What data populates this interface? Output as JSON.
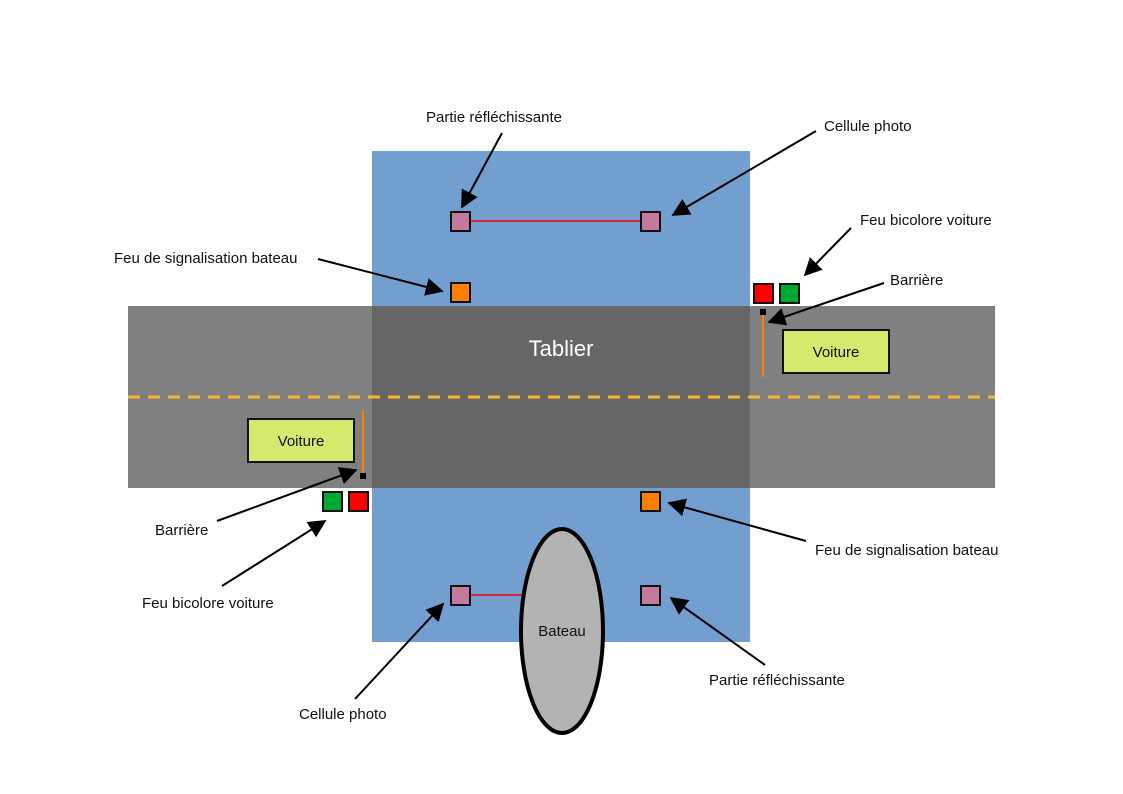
{
  "title": "Pont levant - schéma",
  "colors": {
    "water": "#729fcf",
    "road": "#808080",
    "deck": "#666666",
    "center_line": "#f2b92a",
    "car": "#d7e96d",
    "reflector": "#c47a9c",
    "photocell": "#c47a9c",
    "beam": "#d0253a",
    "boat_light": "#ff8000",
    "car_light_red": "#ff0000",
    "car_light_green": "#00a933",
    "barrier": "#ff8000",
    "boat": "#b3b3b3"
  },
  "deck_label": "Tablier",
  "cars": [
    {
      "label": "Voiture",
      "side": "right-lane-top"
    },
    {
      "label": "Voiture",
      "side": "left-lane-bottom"
    }
  ],
  "boat_label": "Bateau",
  "annotations": [
    {
      "id": "reflector-top",
      "text": "Partie réfléchissante"
    },
    {
      "id": "photocell-top",
      "text": "Cellule photo"
    },
    {
      "id": "car-light-top",
      "text": "Feu bicolore voiture"
    },
    {
      "id": "barrier-top",
      "text": "Barrière"
    },
    {
      "id": "boat-light-top",
      "text": "Feu de signalisation bateau"
    },
    {
      "id": "barrier-bottom",
      "text": "Barrière"
    },
    {
      "id": "car-light-bottom",
      "text": "Feu bicolore voiture"
    },
    {
      "id": "boat-light-bottom",
      "text": "Feu de signalisation bateau"
    },
    {
      "id": "photocell-bottom",
      "text": "Cellule photo"
    },
    {
      "id": "reflector-bottom",
      "text": "Partie réfléchissante"
    }
  ]
}
